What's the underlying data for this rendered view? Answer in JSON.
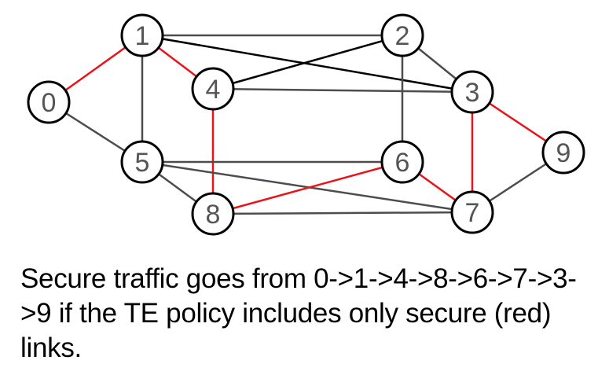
{
  "graph": {
    "nodes": [
      {
        "id": "0",
        "label": "0"
      },
      {
        "id": "1",
        "label": "1"
      },
      {
        "id": "2",
        "label": "2"
      },
      {
        "id": "3",
        "label": "3"
      },
      {
        "id": "4",
        "label": "4"
      },
      {
        "id": "5",
        "label": "5"
      },
      {
        "id": "6",
        "label": "6"
      },
      {
        "id": "7",
        "label": "7"
      },
      {
        "id": "8",
        "label": "8"
      },
      {
        "id": "9",
        "label": "9"
      }
    ],
    "edges": [
      {
        "from": "0",
        "to": "1",
        "secure": true
      },
      {
        "from": "0",
        "to": "5",
        "secure": false
      },
      {
        "from": "1",
        "to": "2",
        "secure": false
      },
      {
        "from": "1",
        "to": "3",
        "secure": false
      },
      {
        "from": "1",
        "to": "4",
        "secure": true
      },
      {
        "from": "1",
        "to": "5",
        "secure": false
      },
      {
        "from": "2",
        "to": "4",
        "secure": false
      },
      {
        "from": "2",
        "to": "3",
        "secure": false
      },
      {
        "from": "2",
        "to": "6",
        "secure": false
      },
      {
        "from": "4",
        "to": "3",
        "secure": false
      },
      {
        "from": "4",
        "to": "8",
        "secure": true
      },
      {
        "from": "3",
        "to": "9",
        "secure": true
      },
      {
        "from": "3",
        "to": "7",
        "secure": true
      },
      {
        "from": "5",
        "to": "6",
        "secure": false
      },
      {
        "from": "5",
        "to": "7",
        "secure": false
      },
      {
        "from": "5",
        "to": "8",
        "secure": false
      },
      {
        "from": "8",
        "to": "6",
        "secure": true
      },
      {
        "from": "6",
        "to": "7",
        "secure": true
      },
      {
        "from": "8",
        "to": "7",
        "secure": false
      },
      {
        "from": "7",
        "to": "9",
        "secure": false
      }
    ]
  },
  "colors": {
    "secure_link": "#e8141a",
    "normal_link": "#4d4d4d",
    "black_link": "#000000",
    "node_stroke": "#000000",
    "node_label": "#555555",
    "caption_text": "#000000"
  },
  "caption": {
    "text": "Secure traffic goes from 0->1->4->8->6->7->3->9 if the TE policy includes only secure (red) links."
  }
}
